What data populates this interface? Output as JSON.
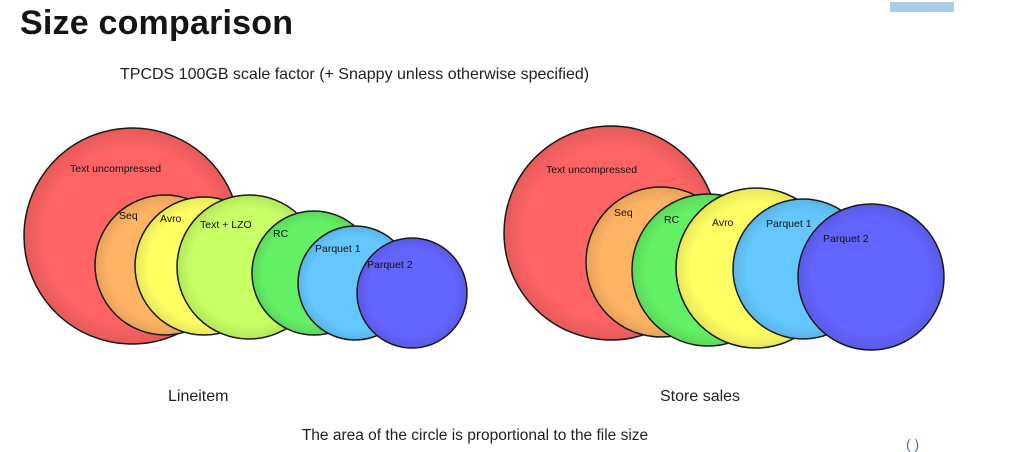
{
  "slide": {
    "title": "Size comparison",
    "subtitle": "TPCDS 100GB scale factor (+ Snappy unless otherwise specified)",
    "caption": "The area of the circle is proportional to the file size"
  },
  "colors": {
    "red": "#ff6464",
    "orange": "#ffb464",
    "yellow": "#ffff64",
    "lime": "#c8ff64",
    "green": "#64f064",
    "blue": "#64c8ff",
    "indigo": "#6464ff"
  },
  "panels": [
    {
      "label": "Lineitem",
      "circles": [
        {
          "name": "Text uncompressed",
          "color": "#ff6464"
        },
        {
          "name": "Seq",
          "color": "#ffb464"
        },
        {
          "name": "Avro",
          "color": "#ffff64"
        },
        {
          "name": "Text + LZO",
          "color": "#c8ff64"
        },
        {
          "name": "RC",
          "color": "#64f064"
        },
        {
          "name": "Parquet 1",
          "color": "#64c8ff"
        },
        {
          "name": "Parquet 2",
          "color": "#6464ff"
        }
      ]
    },
    {
      "label": "Store sales",
      "circles": [
        {
          "name": "Text uncompressed",
          "color": "#ff6464"
        },
        {
          "name": "Seq",
          "color": "#ffb464"
        },
        {
          "name": "RC",
          "color": "#64f064"
        },
        {
          "name": "Avro",
          "color": "#ffff64"
        },
        {
          "name": "Parquet 1",
          "color": "#64c8ff"
        },
        {
          "name": "Parquet 2",
          "color": "#6464ff"
        }
      ]
    }
  ]
}
